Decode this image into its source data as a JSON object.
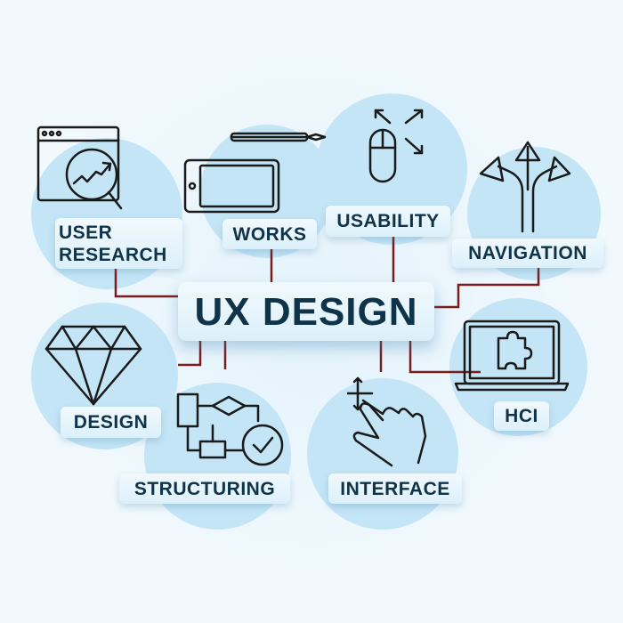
{
  "title": "UX DESIGN",
  "nodes": {
    "user_research": "USER RESEARCH",
    "works": "WORKS",
    "usability": "USABILITY",
    "navigation": "NAVIGATION",
    "design": "DESIGN",
    "structuring": "STRUCTURING",
    "interface": "INTERFACE",
    "hci": "HCI"
  },
  "colors": {
    "circle": "#c3e5f6",
    "text": "#0f3348",
    "connector": "#7a1c1c"
  }
}
